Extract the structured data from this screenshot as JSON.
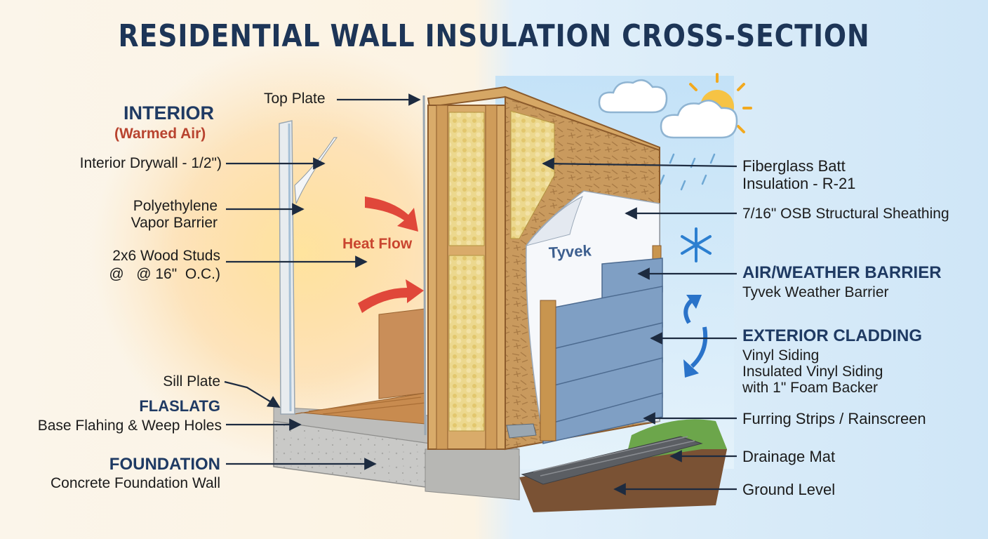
{
  "title": "RESIDENTIAL WALL INSULATION CROSS-SECTION",
  "colors": {
    "title": "#1d3557",
    "heading": "#1f3a63",
    "heat": "#c9452f",
    "arrow": "#1d2b40"
  },
  "interior": {
    "heading": "INTERIOR",
    "subheading": "(Warmed Air)"
  },
  "labels_left": {
    "top_plate": "Top Plate",
    "drywall": "Interior Drywall - 1/2\")",
    "vapor_1": "Polyethylene",
    "vapor_2": "Vapor Barrier",
    "studs_1": "2x6 Wood Studs",
    "studs_2": "@   @ 16\"  O.C.)",
    "sill_plate": "Sill Plate",
    "flashing_heading": "FLASLATG",
    "flashing": "Base Flahing & Weep Holes",
    "foundation_heading": "FOUNDATION",
    "foundation": "Concrete Foundation Wall"
  },
  "labels_right": {
    "batt_1": "Fiberglass Batt",
    "batt_2": "Insulation - R-21",
    "osb": "7/16\" OSB Structural Sheathing",
    "air_heading": "AIR/WEATHER BARRIER",
    "air": "Tyvek Weather Barrier",
    "cladding_heading": "EXTERIOR CLADDING",
    "cladding_1": "Vinyl Siding",
    "cladding_2": "Insulated Vinyl Siding",
    "cladding_3": "with 1\" Foam Backer",
    "furring": "Furring Strips / Rainscreen",
    "drainage": "Drainage Mat",
    "ground": "Ground Level"
  },
  "diagram": {
    "heat_flow": "Heat Flow",
    "tyvek_brand": "Tyvek"
  },
  "icons": [
    "cloud-icon",
    "sun-icon",
    "rain-icon",
    "snowflake-icon",
    "heat-arrow-icon",
    "circulation-arrow-icon"
  ]
}
